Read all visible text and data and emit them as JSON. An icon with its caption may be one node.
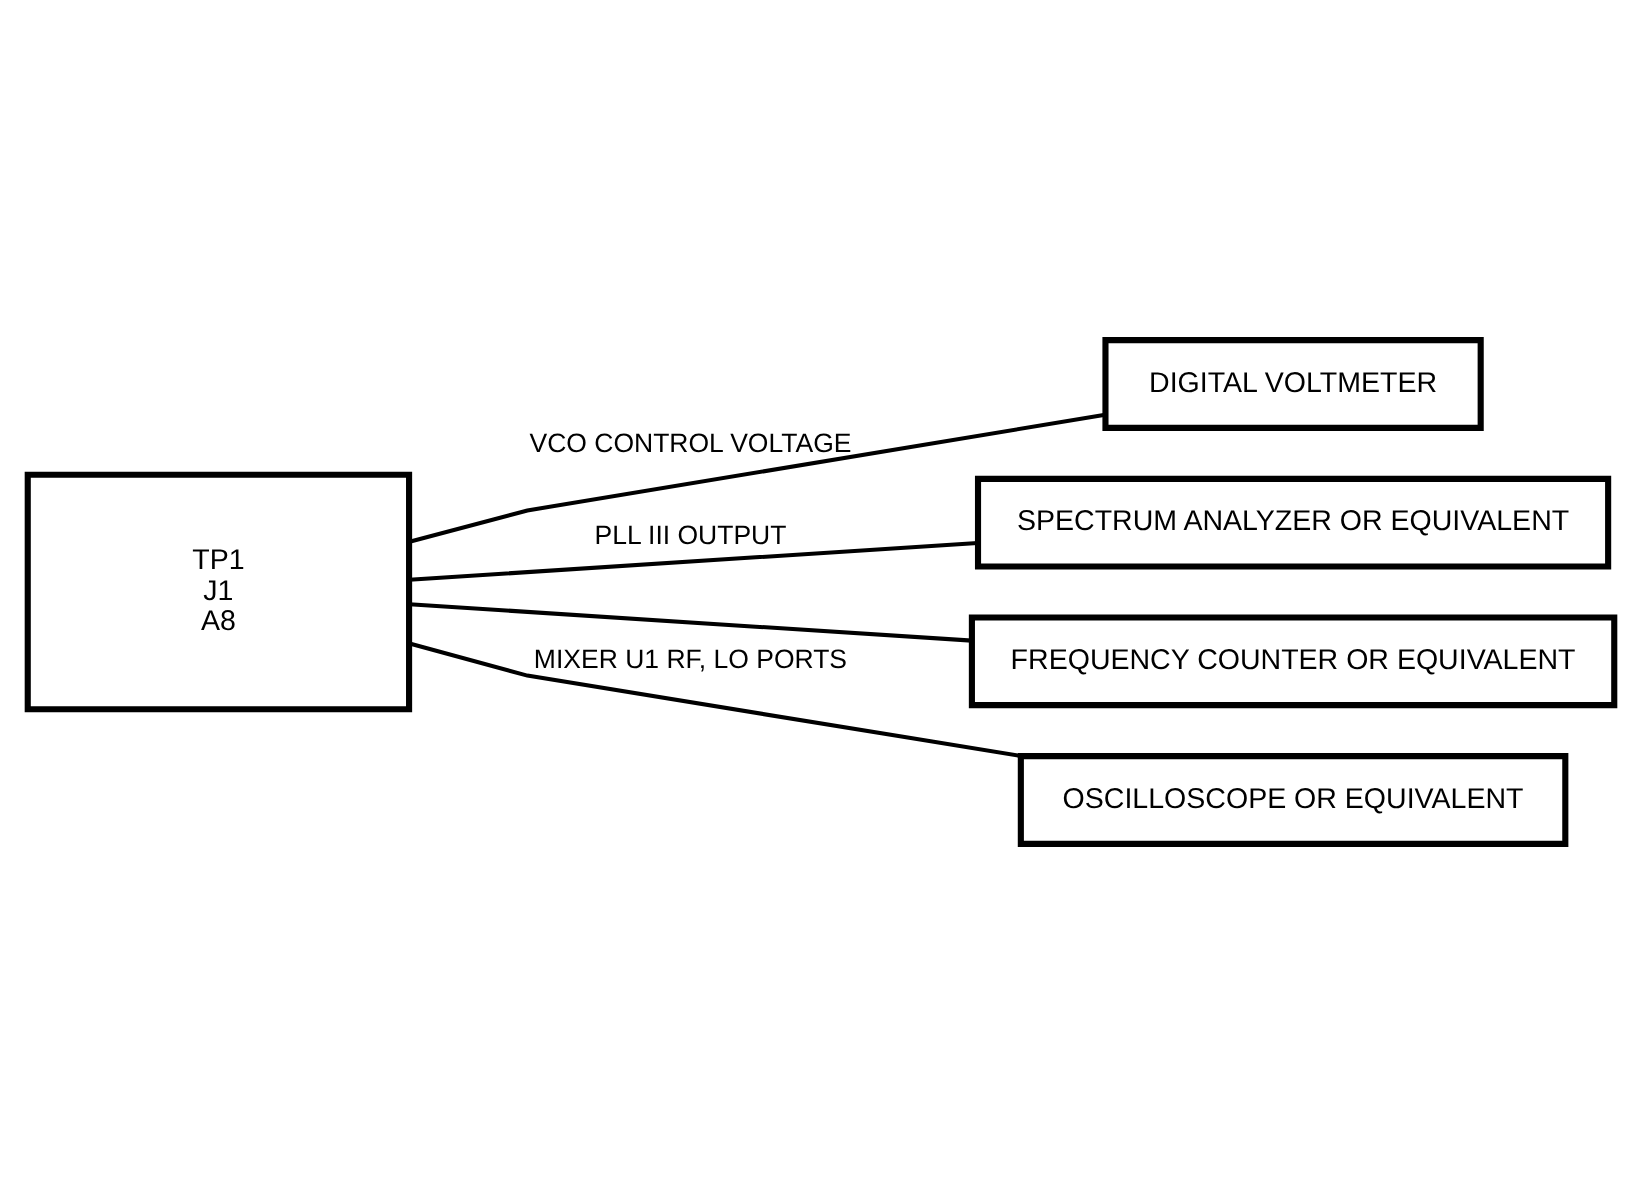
{
  "diagram": {
    "nodes": [
      {
        "text": [
          "TP1",
          "J1",
          "A8"
        ]
      },
      {
        "text": [
          "DIGITAL VOLTMETER"
        ]
      },
      {
        "text": [
          "SPECTRUM ANALYZER OR EQUIVALENT"
        ]
      },
      {
        "text": [
          "FREQUENCY COUNTER OR EQUIVALENT"
        ]
      },
      {
        "text": [
          "OSCILLOSCOPE OR EQUIVALENT"
        ]
      }
    ],
    "edges": [
      {
        "from": 0,
        "to": 1,
        "arrow": "none",
        "label": "VCO CONTROL VOLTAGE"
      },
      {
        "from": 0,
        "to": 2,
        "arrow": "none",
        "label": "PLL III OUTPUT"
      },
      {
        "from": 0,
        "to": 3,
        "arrow": "none"
      },
      {
        "from": 0,
        "to": 4,
        "arrow": "none",
        "label": "MIXER U1 RF, LO PORTS"
      }
    ]
  }
}
